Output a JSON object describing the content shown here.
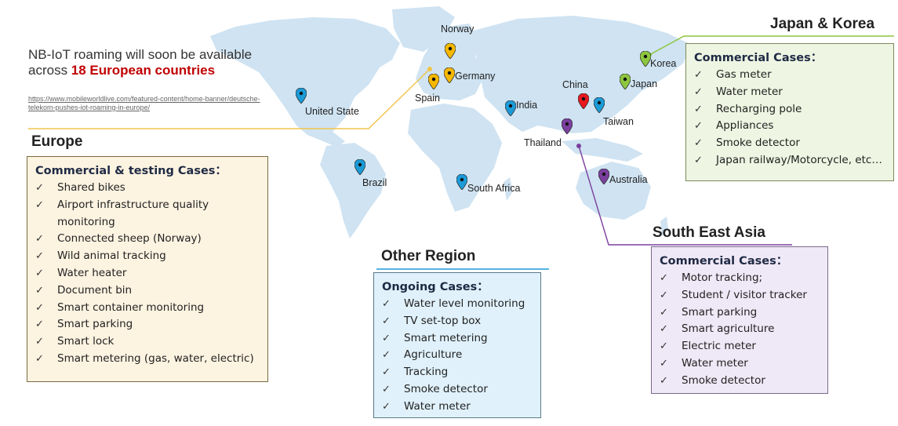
{
  "colors": {
    "land": "#cfe3f2",
    "europe_box_bg": "#fdf3e1",
    "europe_box_border": "#7a6a40",
    "japan_box_bg": "#eef5e2",
    "sea_box_bg": "#efe8f6",
    "other_box_bg": "#e0f1fb",
    "highlight_red": "#c00000",
    "pin_yellow": "#f5b800",
    "pin_blue": "#1b9bd8",
    "pin_green": "#8dc63f",
    "pin_red": "#e8191f",
    "pin_purple": "#7b3f9e",
    "line_europe": "#f2c44a",
    "line_japan": "#8dc63f",
    "line_sea": "#7b3f9e",
    "line_other": "#1b9bd8"
  },
  "headline": {
    "text": "NB-IoT roaming will soon be available across ",
    "highlight": "18 European countries"
  },
  "source_url": "https://www.mobileworldlive.com/featured-content/home-banner/deutsche-telekom-pushes-iot-roaming-in-europe/",
  "sections": {
    "europe": {
      "title": "Europe",
      "cases_title": "Commercial & testing Cases：",
      "items": [
        "Shared bikes",
        "Airport infrastructure quality monitoring",
        "Connected sheep (Norway)",
        "Wild animal tracking",
        "Water heater",
        "Document bin",
        "Smart container monitoring",
        "Smart parking",
        "Smart lock",
        "Smart metering (gas, water, electric)"
      ]
    },
    "japan_korea": {
      "title": "Japan & Korea",
      "cases_title": "Commercial Cases：",
      "items": [
        "Gas meter",
        "Water meter",
        "Recharging pole",
        "Appliances",
        "Smoke detector",
        "Japan railway/Motorcycle, etc…"
      ]
    },
    "south_east_asia": {
      "title": "South East Asia",
      "cases_title": "Commercial Cases：",
      "items": [
        "Motor tracking;",
        "Student / visitor tracker",
        "Smart parking",
        "Smart agriculture",
        "Electric meter",
        "Water meter",
        "Smoke detector"
      ]
    },
    "other_region": {
      "title": "Other Region",
      "cases_title": "Ongoing Cases：",
      "items": [
        "Water level monitoring",
        "TV set-top box",
        "Smart metering",
        "Agriculture",
        "Tracking",
        "Smoke detector",
        "Water meter"
      ]
    }
  },
  "check_mark": "✓",
  "locations": [
    {
      "name": "Norway",
      "pin_color": "yellow"
    },
    {
      "name": "Germany",
      "pin_color": "yellow"
    },
    {
      "name": "Spain",
      "pin_color": "yellow"
    },
    {
      "name": "United State",
      "pin_color": "blue"
    },
    {
      "name": "India",
      "pin_color": "blue"
    },
    {
      "name": "China",
      "pin_color": "red"
    },
    {
      "name": "Taiwan",
      "pin_color": "blue"
    },
    {
      "name": "Korea",
      "pin_color": "green"
    },
    {
      "name": "Japan",
      "pin_color": "green"
    },
    {
      "name": "Thailand",
      "pin_color": "purple"
    },
    {
      "name": "Australia",
      "pin_color": "purple"
    },
    {
      "name": "Brazil",
      "pin_color": "blue"
    },
    {
      "name": "South Africa",
      "pin_color": "blue"
    }
  ]
}
